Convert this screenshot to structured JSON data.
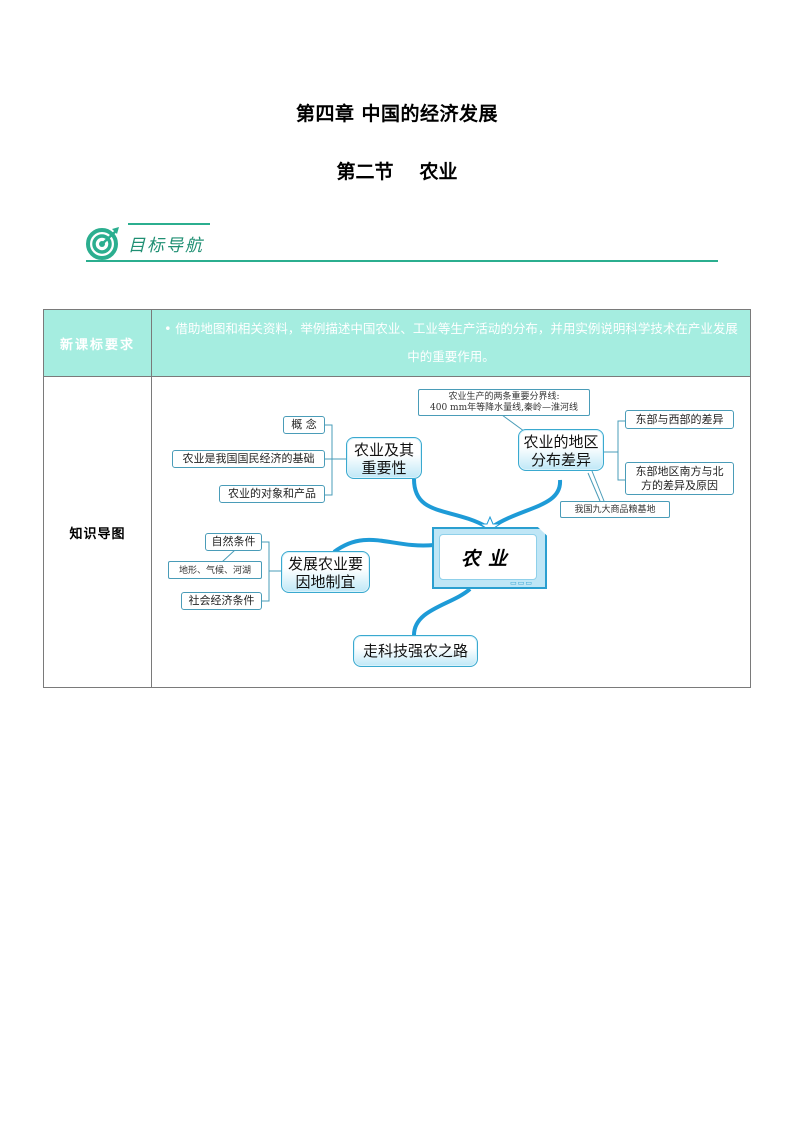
{
  "header": {
    "chapter_title": "第四章  中国的经济发展",
    "section_number": "第二节",
    "section_name": "农业"
  },
  "nav_banner": {
    "icon": "target-arrow-icon",
    "label": "目标导航",
    "accent_color": "#2bae8f"
  },
  "table": {
    "header_row": {
      "label": "新课标要求",
      "content": "• 借助地图和相关资料，举例描述中国农业、工业等生产活动的分布，并用实例说明科学技术在产业发展中的重要作用。",
      "background_color": "#a5ede0"
    },
    "map_row": {
      "label": "知识导图"
    }
  },
  "mind_map": {
    "center": "农业",
    "branches": [
      {
        "title": "农业及其重要性",
        "title_lines": [
          "农业及其",
          "重要性"
        ],
        "children": [
          "概  念",
          "农业是我国国民经济的基础",
          "农业的对象和产品"
        ]
      },
      {
        "title": "农业的地区分布差异",
        "title_lines": [
          "农业的地区",
          "分布差异"
        ],
        "note_lines": [
          "农业生产的两条重要分界线:",
          "400 mm年等降水量线,秦岭—淮河线"
        ],
        "children": [
          "东部与西部的差异",
          "东部地区南方与北方的差异及原因",
          "我国九大商品粮基地"
        ],
        "child_lines": [
          [
            "东部与西部的差异"
          ],
          [
            "东部地区南方与北",
            "方的差异及原因"
          ],
          [
            "我国九大商品粮基地"
          ]
        ]
      },
      {
        "title": "发展农业要因地制宜",
        "title_lines": [
          "发展农业要",
          "因地制宜"
        ],
        "children": [
          "自然条件",
          "社会经济条件"
        ],
        "sub_note": "地形、气候、河湖"
      },
      {
        "title": "走科技强农之路",
        "title_lines": [
          "走科技强农之路"
        ],
        "children": []
      }
    ],
    "link_color": "#1e9bd7"
  }
}
